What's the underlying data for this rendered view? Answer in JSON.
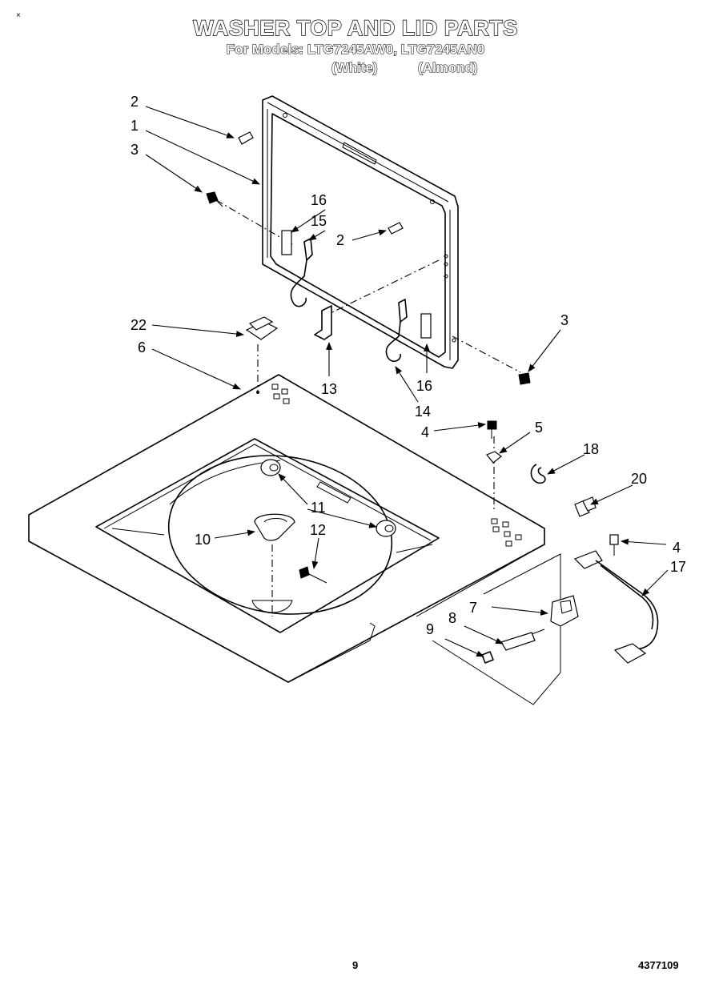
{
  "header": {
    "title": "WASHER TOP AND LID PARTS",
    "subtitle": "For Models: LTG7245AW0, LTG7245AN0",
    "variant_white": "(White)",
    "variant_almond": "(Almond)"
  },
  "corner_mark": "×",
  "footer": {
    "page_number": "9",
    "doc_number": "4377109"
  },
  "callouts": {
    "c1": "1",
    "c2a": "2",
    "c2b": "2",
    "c3a": "3",
    "c3b": "3",
    "c4a": "4",
    "c4b": "4",
    "c5": "5",
    "c6": "6",
    "c7": "7",
    "c8": "8",
    "c9": "9",
    "c10": "10",
    "c11": "11",
    "c12": "12",
    "c13": "13",
    "c14": "14",
    "c15": "15",
    "c16a": "16",
    "c16b": "16",
    "c17": "17",
    "c18": "18",
    "c20": "20",
    "c22": "22"
  }
}
